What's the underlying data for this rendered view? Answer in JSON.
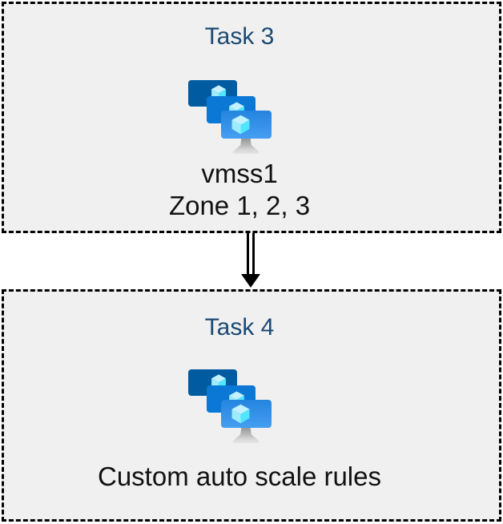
{
  "diagram": {
    "background": "#ffffff",
    "box_fill": "#f0f0f0",
    "box_border_color": "#000000",
    "title_color": "#1b4a73",
    "text_color": "#111111",
    "boxes": [
      {
        "title": "Task 3",
        "icon": "azure-vm-scale-sets",
        "lines": [
          "vmss1",
          "Zone 1, 2, 3"
        ]
      },
      {
        "title": "Task 4",
        "icon": "azure-vm-scale-sets",
        "lines": [
          "Custom auto scale rules"
        ]
      }
    ],
    "connector": {
      "type": "double-line-arrow",
      "direction": "down",
      "from": "Task 3",
      "to": "Task 4"
    },
    "icon_colors": {
      "monitor_back": "#005ba1",
      "monitor_middle": "#0a78d4",
      "monitor_front_top": "#2484df",
      "monitor_front_bottom": "#459ef1",
      "cube_top": "#c3f1ff",
      "cube_left": "#9cebff",
      "cube_right": "#50e6ff",
      "stand_top": "#909090",
      "stand_bottom": "#e6e6e6"
    }
  }
}
